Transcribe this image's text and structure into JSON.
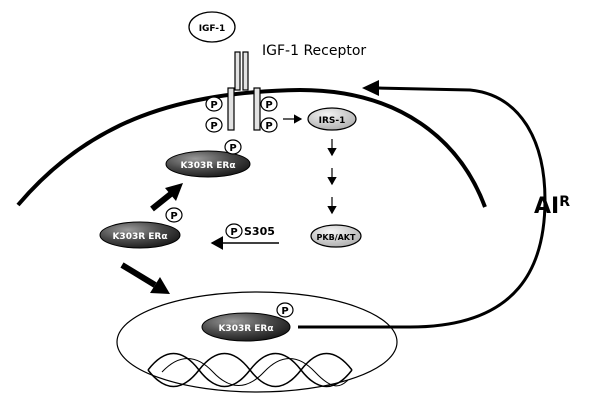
{
  "ligand": {
    "label": "IGF-1"
  },
  "receptor": {
    "label": "IGF-1 Receptor"
  },
  "phospho": {
    "symbol": "P"
  },
  "cascade": {
    "irs": "IRS-1",
    "akt": "PKB/AKT"
  },
  "er": {
    "label": "K303R ERα"
  },
  "site": {
    "label": "S305"
  },
  "resistance": {
    "label": "AI",
    "superscript": "R"
  },
  "colors": {
    "stroke": "#000000",
    "bg": "#ffffff",
    "er_dark": "#3a3a3a",
    "cascade_fill": "#d0d0d0",
    "receptor_fill": "#e2e2e2"
  }
}
